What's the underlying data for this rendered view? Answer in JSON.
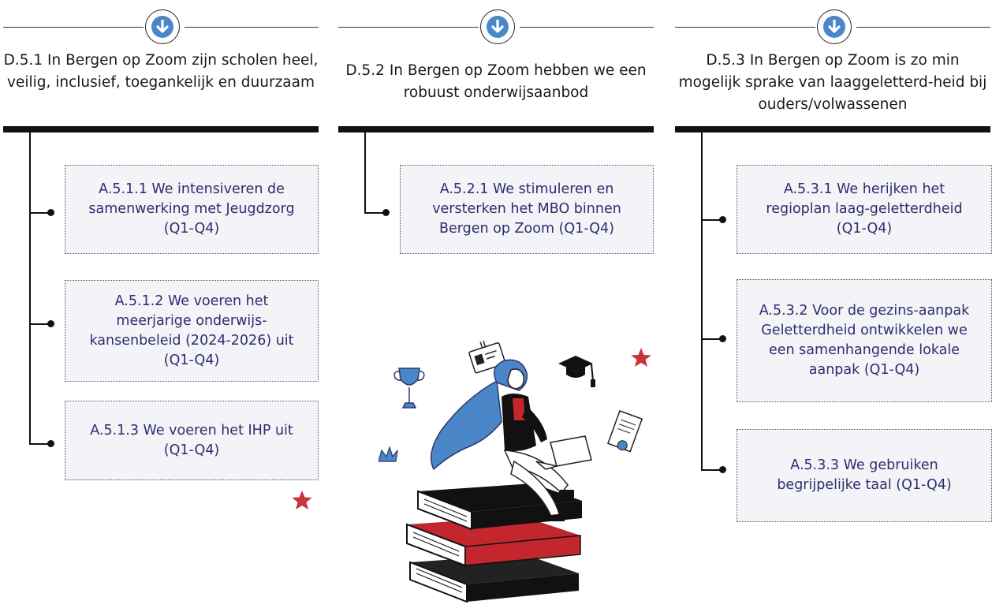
{
  "colors": {
    "accent_blue": "#4a86c8",
    "text_navy": "#2a2e6e",
    "star_red": "#c8323c",
    "book_red": "#c4262e"
  },
  "columns": [
    {
      "heading": "D.5.1 In Bergen op Zoom zijn scholen heel, veilig, inclusief, toegankelijk en duurzaam",
      "actions": [
        "A.5.1.1 We intensiveren de samenwerking met Jeugdzorg  (Q1-Q4)",
        "A.5.1.2 We voeren het meerjarige onderwijs-kansenbeleid (2024-2026) uit (Q1-Q4)",
        "A.5.1.3  We voeren het IHP uit  (Q1-Q4)"
      ]
    },
    {
      "heading": "D.5.2 In Bergen op Zoom hebben we een robuust onderwijsaanbod",
      "actions": [
        "A.5.2.1 We stimuleren en versterken het MBO binnen Bergen op Zoom  (Q1-Q4)"
      ]
    },
    {
      "heading": "D.5.3 In Bergen op Zoom is zo min mogelijk sprake van laaggeletterd-heid bij ouders/volwassenen",
      "actions": [
        "A.5.3.1 We herijken het regioplan laag-geletterdheid (Q1-Q4)",
        "A.5.3.2 Voor de gezins-aanpak Geletterdheid ontwikkelen we een samenhangende lokale aanpak (Q1-Q4)",
        "A.5.3.3 We gebruiken begrijpelijke taal (Q1-Q4)"
      ]
    }
  ]
}
